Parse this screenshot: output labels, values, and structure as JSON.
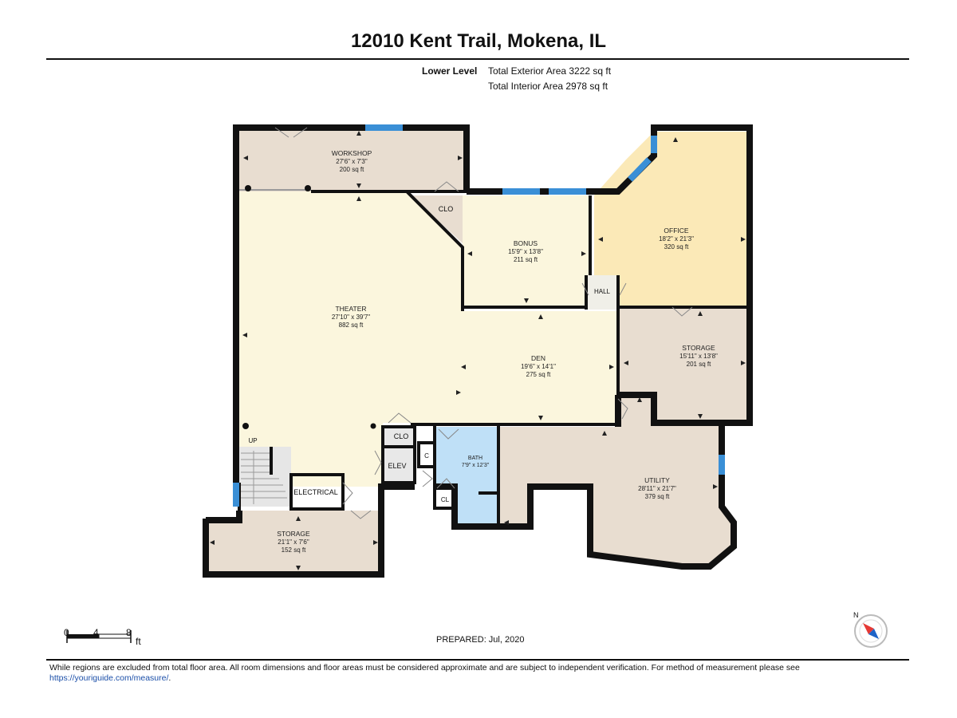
{
  "header": {
    "title": "12010 Kent Trail, Mokena, IL",
    "level": "Lower Level",
    "exterior_area": "Total Exterior Area 3222 sq ft",
    "interior_area": "Total Interior Area 2978 sq ft"
  },
  "rooms": {
    "workshop": {
      "name": "WORKSHOP",
      "dims": "27'6\" x 7'3\"",
      "area": "200 sq ft"
    },
    "theater": {
      "name": "THEATER",
      "dims": "27'10\" x 39'7\"",
      "area": "882 sq ft"
    },
    "bonus": {
      "name": "BONUS",
      "dims": "15'9\" x 13'8\"",
      "area": "211 sq ft"
    },
    "office": {
      "name": "OFFICE",
      "dims": "18'2\" x 21'3\"",
      "area": "320 sq ft"
    },
    "den": {
      "name": "DEN",
      "dims": "19'6\" x 14'1\"",
      "area": "275 sq ft"
    },
    "storage_right": {
      "name": "STORAGE",
      "dims": "15'11\" x 13'8\"",
      "area": "201 sq ft"
    },
    "utility": {
      "name": "UTILITY",
      "dims": "28'11\" x 21'7\"",
      "area": "379 sq ft"
    },
    "bath": {
      "name": "BATH",
      "dims": "7'9\" x 12'3\""
    },
    "storage_bottom": {
      "name": "STORAGE",
      "dims": "21'1\" x 7'6\"",
      "area": "152 sq ft"
    }
  },
  "labels": {
    "clo_top": "CLO",
    "hall": "HALL",
    "clo_bottom": "CLO",
    "elev": "ELEV",
    "c": "C",
    "cl": "CL",
    "electrical": "ELECTRICAL",
    "up": "UP"
  },
  "scale": {
    "t0": "0",
    "t4": "4",
    "t8": "8",
    "unit": "ft"
  },
  "compass": {
    "north": "N"
  },
  "prepared": "PREPARED: Jul, 2020",
  "footer": {
    "text": "While regions are excluded from total floor area. All room dimensions and floor areas must be considered approximate and are subject to independent verification. For method of measurement please see",
    "link": "https://youriguide.com/measure/",
    "end": "."
  },
  "colors": {
    "wall": "#111111",
    "window": "#3a8fd6",
    "theater_fill": "#fbf6dd",
    "office_fill": "#fbe9b7",
    "workshop_fill": "#e8ddd0",
    "bath_fill": "#bfe0f7",
    "stair_fill": "#e6e6e6"
  }
}
